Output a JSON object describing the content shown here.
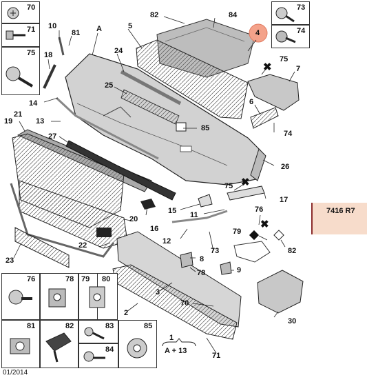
{
  "side_boxes": {
    "b70": "70",
    "b71": "71",
    "b75": "75",
    "b73": "73",
    "b74": "74"
  },
  "bottom_boxes": {
    "b76": "76",
    "b78": "78",
    "b79": "79",
    "b80": "80",
    "b81": "81",
    "b82": "82",
    "b83": "83",
    "b84": "84",
    "b85": "85"
  },
  "callouts": {
    "c82_top": "82",
    "c84_top": "84",
    "c10": "10",
    "c81": "81",
    "cA": "A",
    "c5": "5",
    "c4": "4",
    "c75_right": "75",
    "c7": "7",
    "c18": "18",
    "c24": "24",
    "c25": "25",
    "c14": "14",
    "c21": "21",
    "c19": "19",
    "c13": "13",
    "c6": "6",
    "c74_right": "74",
    "c85": "85",
    "c27": "27",
    "c26": "26",
    "c75_mid": "75",
    "c17": "17",
    "c15": "15",
    "c11": "11",
    "c76_mid": "76",
    "c79_mid": "79",
    "c82_mid": "82",
    "c20": "20",
    "c16": "16",
    "c12": "12",
    "c73_mid": "73",
    "c22": "22",
    "c23": "23",
    "c8": "8",
    "c78_mid": "78",
    "c9": "9",
    "c3": "3",
    "c2": "2",
    "c70_low": "70",
    "c30": "30",
    "c71_low": "71",
    "c1": "1"
  },
  "legend": {
    "line1": "1",
    "line2": "A + 13"
  },
  "reference": "7416 R7",
  "date": "01/2014",
  "colors": {
    "highlight": "#f4a28a",
    "ref_bg": "#f7dccb",
    "ref_bar": "#8b2b2b",
    "part_fill": "#c8c8c8"
  }
}
